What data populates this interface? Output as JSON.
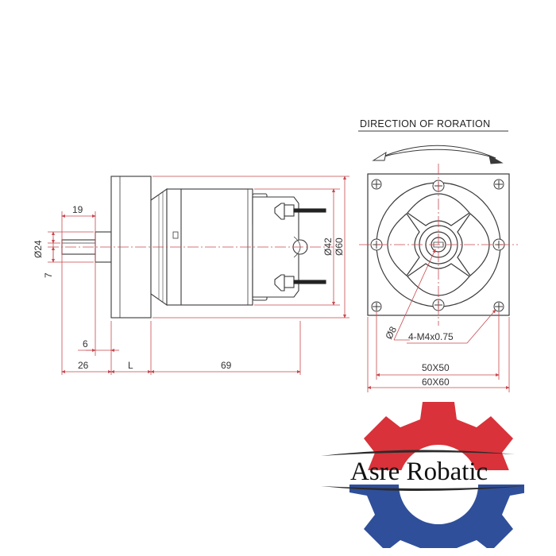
{
  "title": "DIRECTION OF RORATION",
  "side_view": {
    "dims": {
      "d19": "19",
      "d24": "Ø24",
      "d7": "7",
      "d42": "Ø42",
      "d60": "Ø60",
      "d6": "6",
      "d26": "26",
      "dL": "L",
      "d69": "69"
    }
  },
  "front_view": {
    "dims": {
      "d8": "Ø8",
      "screws": "4-M4x0.75",
      "d50": "50X50",
      "d60": "60X60"
    }
  },
  "logo": {
    "text": "Asre Robatic",
    "colors": {
      "top": "#d9323a",
      "bottom": "#2f4f9a",
      "text": "#111111"
    }
  },
  "colors": {
    "line": "#3a3a3a",
    "dimension": "#c8494e",
    "centerline": "#c8494e"
  }
}
